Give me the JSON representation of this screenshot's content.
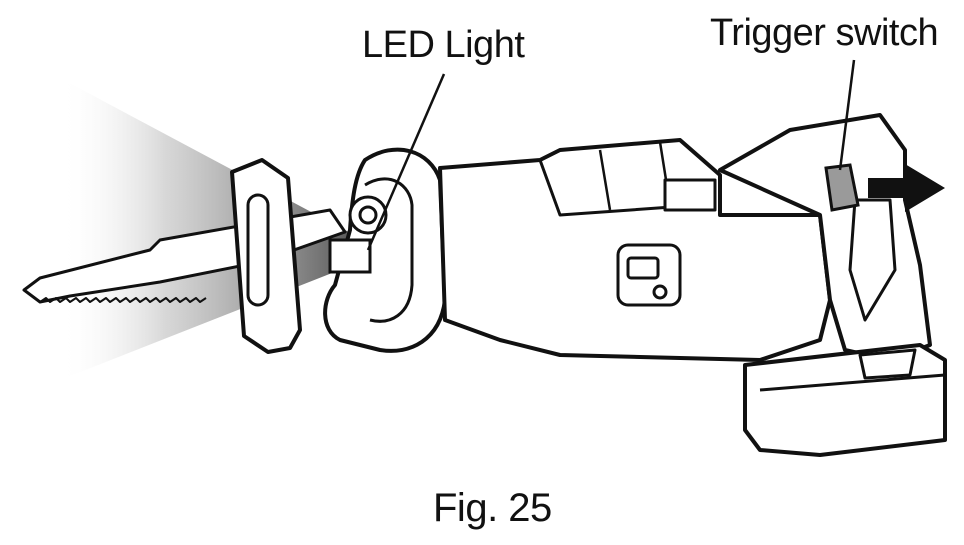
{
  "labels": {
    "led_light": "LED Light",
    "trigger_switch": "Trigger switch"
  },
  "caption": "Fig. 25",
  "colors": {
    "ink": "#111111",
    "trigger_fill": "#9a9a9a",
    "light_beam": "#6e6e6e"
  },
  "icons": {
    "direction_arrow": "arrow-right-icon"
  }
}
